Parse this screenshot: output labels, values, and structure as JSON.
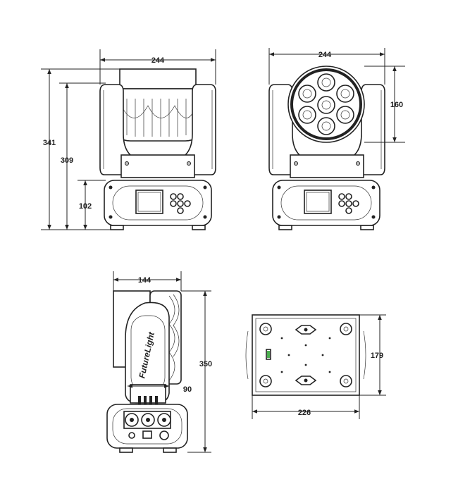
{
  "dimensions": {
    "front": {
      "width": "244",
      "overall_height": "341",
      "body_height": "309",
      "base_height": "102"
    },
    "back": {
      "width": "244",
      "lens_height": "160"
    },
    "side": {
      "depth": "144",
      "height": "350",
      "base_offset": "90"
    },
    "bottom": {
      "depth": "179",
      "width": "226"
    }
  },
  "logo_text": "FutureLight",
  "colors": {
    "line": "#222222",
    "fill": "#ffffff",
    "accent_grey": "#bfbfbf"
  }
}
